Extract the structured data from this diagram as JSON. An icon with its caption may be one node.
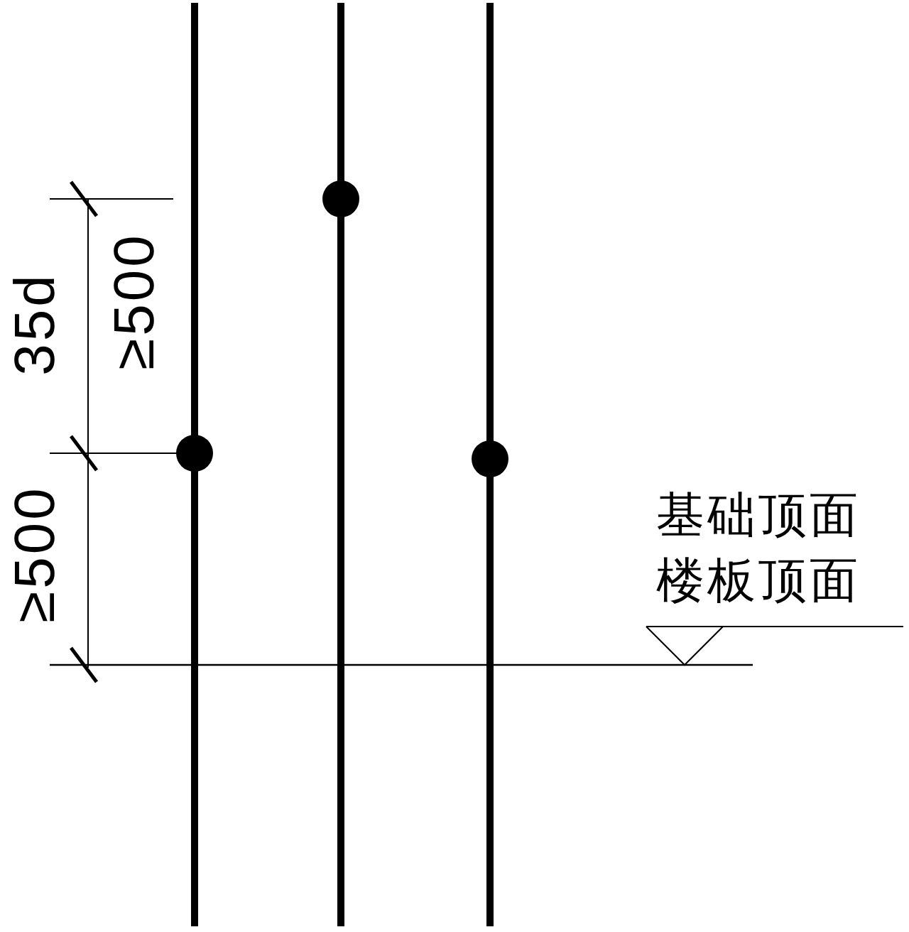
{
  "diagram": {
    "labels": [
      "35d",
      "≥500",
      "≥500",
      "基础顶面",
      "楼板顶面"
    ]
  }
}
